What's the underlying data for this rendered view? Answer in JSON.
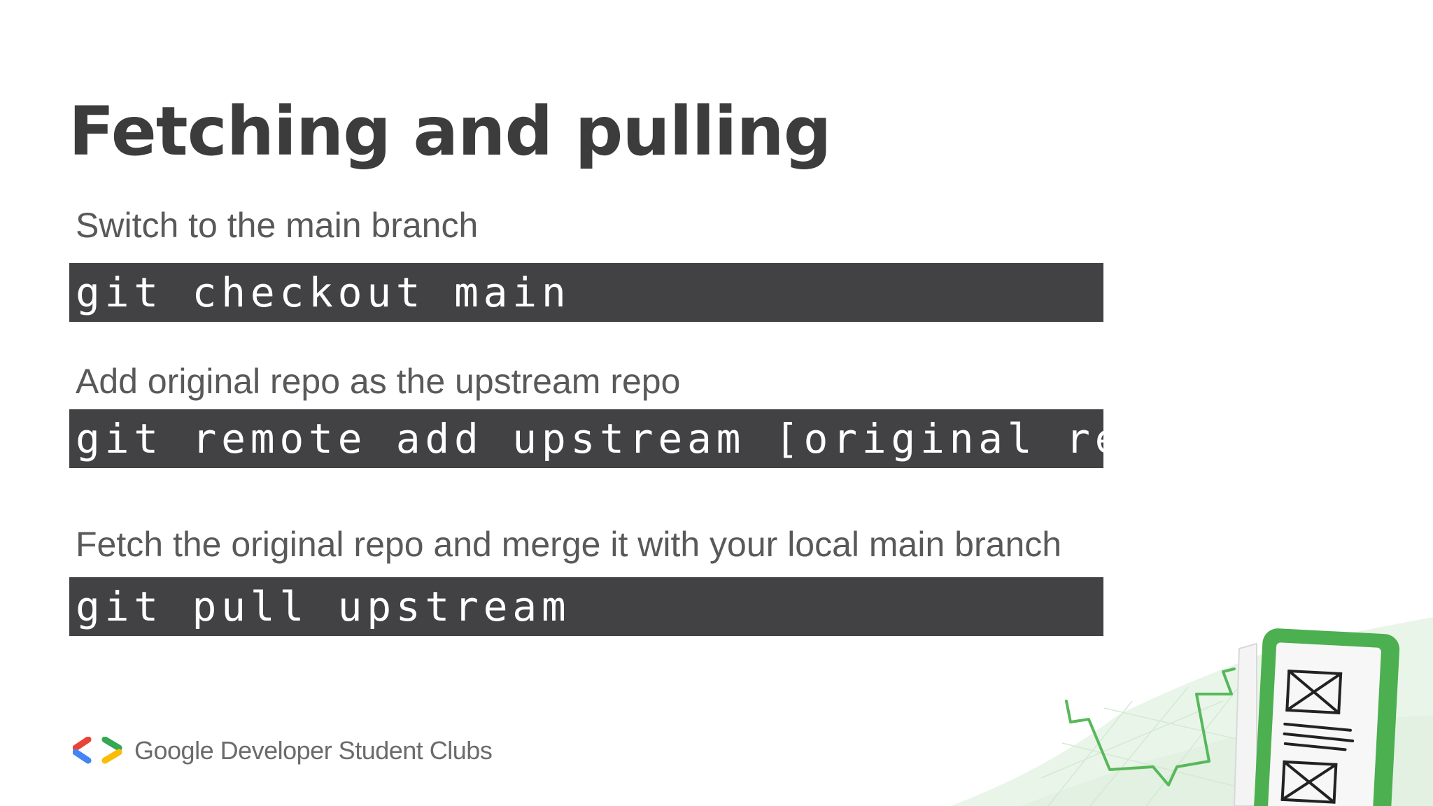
{
  "slide": {
    "title": "Fetching and pulling",
    "steps": [
      {
        "description": "Switch to the main branch",
        "command": "git checkout main"
      },
      {
        "description": "Add original repo as the upstream repo",
        "command": "git remote add upstream [original repo url]"
      },
      {
        "description": "Fetch the original repo and merge it with your local main branch",
        "command": "git pull upstream"
      }
    ]
  },
  "footer": {
    "brand": "Google Developer Student Clubs",
    "logo_icon": "gdsc-brackets-logo-icon",
    "logo_colors": {
      "blue": "#4285F4",
      "red": "#EA4335",
      "green": "#34A853",
      "yellow": "#FBBC04"
    }
  },
  "illustration": {
    "icon": "phone-wireframe-illustration-icon",
    "accent": "#4CAF50"
  }
}
